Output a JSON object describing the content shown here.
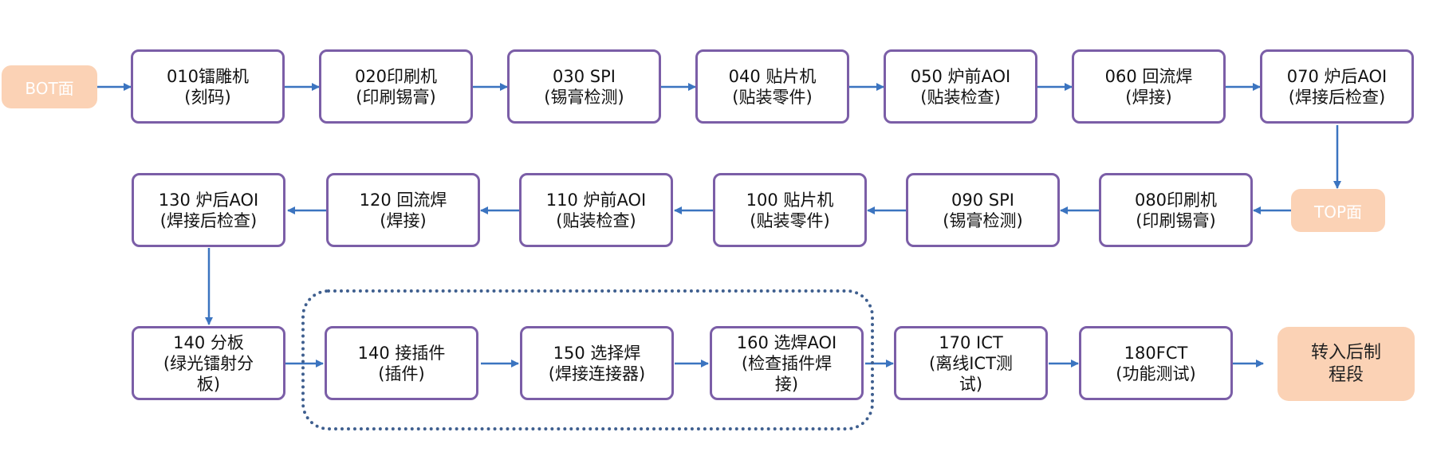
{
  "colors": {
    "node_border": "#7b5ea7",
    "arrow": "#3b74c0",
    "pill_fill": "#fbd2b5",
    "group_border": "#3f5f8f"
  },
  "start_bot": "BOT面",
  "start_top": "TOP面",
  "end": {
    "line1": "转入后制",
    "line2": "程段"
  },
  "row1": [
    {
      "line1": "010镭雕机",
      "line2": "(刻码)"
    },
    {
      "line1": "020印刷机",
      "line2": "(印刷锡膏)"
    },
    {
      "line1": "030 SPI",
      "line2": "(锡膏检测)"
    },
    {
      "line1": "040 贴片机",
      "line2": "(贴装零件)"
    },
    {
      "line1": "050 炉前AOI",
      "line2": "(贴装检查)"
    },
    {
      "line1": "060 回流焊",
      "line2": "(焊接)"
    },
    {
      "line1": "070 炉后AOI",
      "line2": "(焊接后检查)"
    }
  ],
  "row2": [
    {
      "line1": "080印刷机",
      "line2": "(印刷锡膏)"
    },
    {
      "line1": "090 SPI",
      "line2": "(锡膏检测)"
    },
    {
      "line1": "100 贴片机",
      "line2": "(贴装零件)"
    },
    {
      "line1": "110 炉前AOI",
      "line2": "(贴装检查)"
    },
    {
      "line1": "120 回流焊",
      "line2": "(焊接)"
    },
    {
      "line1": "130 炉后AOI",
      "line2": "(焊接后检查)"
    }
  ],
  "row3": [
    {
      "line1": "140 分板",
      "line2": "(绿光镭射分",
      "line3": "板)"
    },
    {
      "line1": "140 接插件",
      "line2": "(插件)"
    },
    {
      "line1": "150 选择焊",
      "line2": "(焊接连接器)"
    },
    {
      "line1": "160 选焊AOI",
      "line2": "(检查插件焊",
      "line3": "接)"
    },
    {
      "line1": "170 ICT",
      "line2": "(离线ICT测",
      "line3": "试)"
    },
    {
      "line1": "180FCT",
      "line2": "(功能测试)"
    }
  ]
}
